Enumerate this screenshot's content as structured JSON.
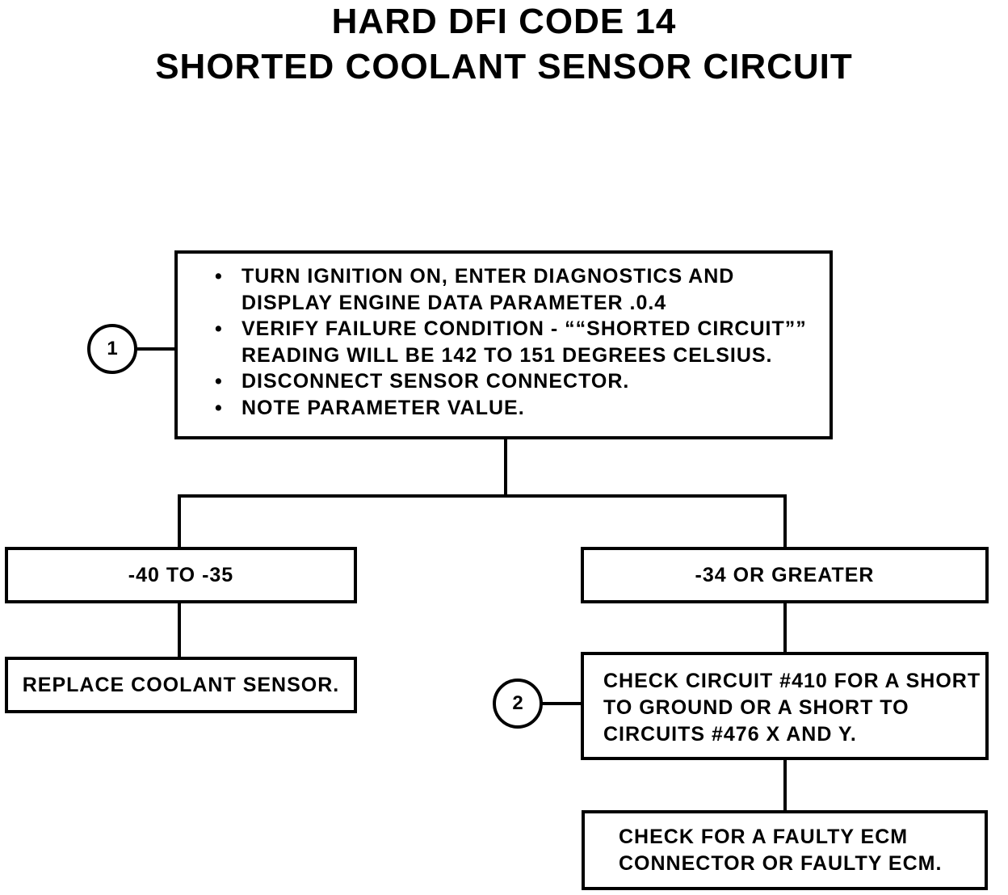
{
  "title": {
    "line1": "HARD DFI CODE 14",
    "line2": "SHORTED COOLANT SENSOR CIRCUIT"
  },
  "step1": {
    "marker": "1",
    "items": [
      "TURN IGNITION ON, ENTER DIAGNOSTICS AND DISPLAY ENGINE DATA PARAMETER .0.4",
      "VERIFY FAILURE CONDITION - ““SHORTED CIRCUIT”” READING WILL BE 142 TO 151 DEGREES CELSIUS.",
      "DISCONNECT SENSOR CONNECTOR.",
      "NOTE PARAMETER VALUE."
    ]
  },
  "branch_left": {
    "condition": "-40 TO -35",
    "action": "REPLACE COOLANT SENSOR."
  },
  "branch_right": {
    "condition": "-34 OR GREATER",
    "marker": "2",
    "check": "CHECK CIRCUIT #410 FOR A SHORT TO GROUND OR A SHORT TO CIRCUITS #476 X AND Y.",
    "final": "CHECK FOR A FAULTY ECM CONNECTOR OR FAULTY ECM."
  }
}
